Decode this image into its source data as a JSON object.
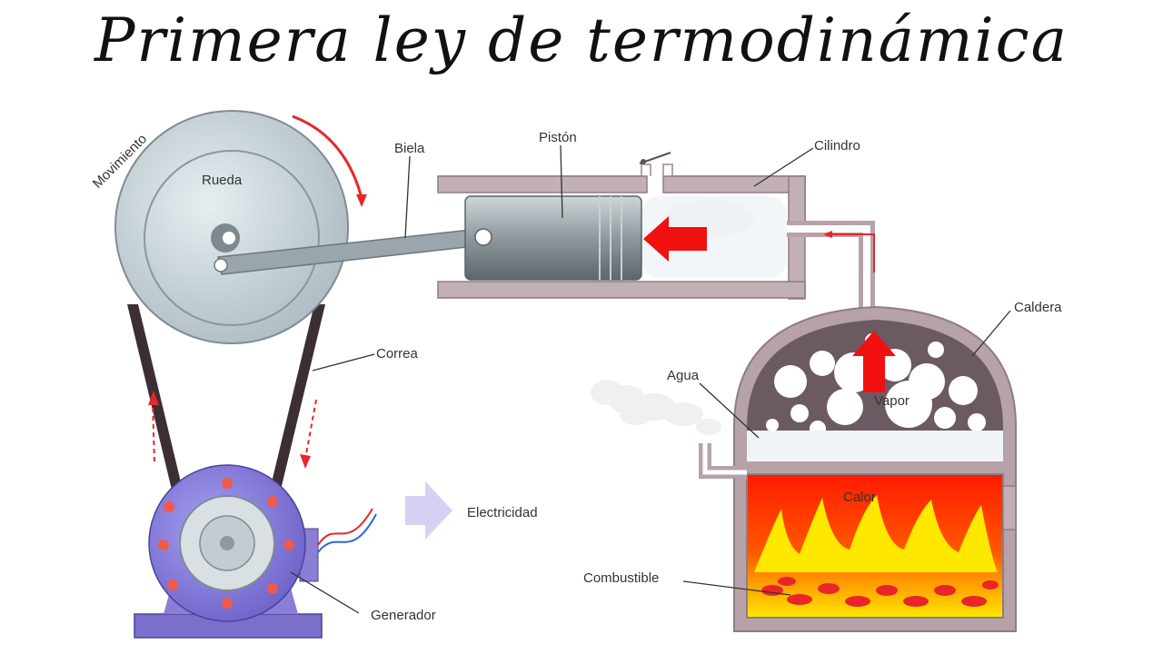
{
  "title": "Primera ley de termodinámica",
  "labels": {
    "movimiento": "Movimiento",
    "rueda": "Rueda",
    "biela": "Biela",
    "piston": "Pistón",
    "cilindro": "Cilindro",
    "caldera": "Caldera",
    "correa": "Correa",
    "agua": "Agua",
    "vapor": "Vapor",
    "calor": "Calor",
    "electricidad": "Electricidad",
    "combustible": "Combustible",
    "generador": "Generador"
  },
  "colors": {
    "wheel": "#b9c6cc",
    "cylinder_wall": "#b9a5aa",
    "boiler_wall": "#b9a5aa",
    "generator": "#8a7fd6",
    "fire_red": "#ff1a00",
    "fire_yellow": "#ffe800",
    "arrow_red": "#f01010",
    "electric_arrow": "#d8d0f2"
  }
}
